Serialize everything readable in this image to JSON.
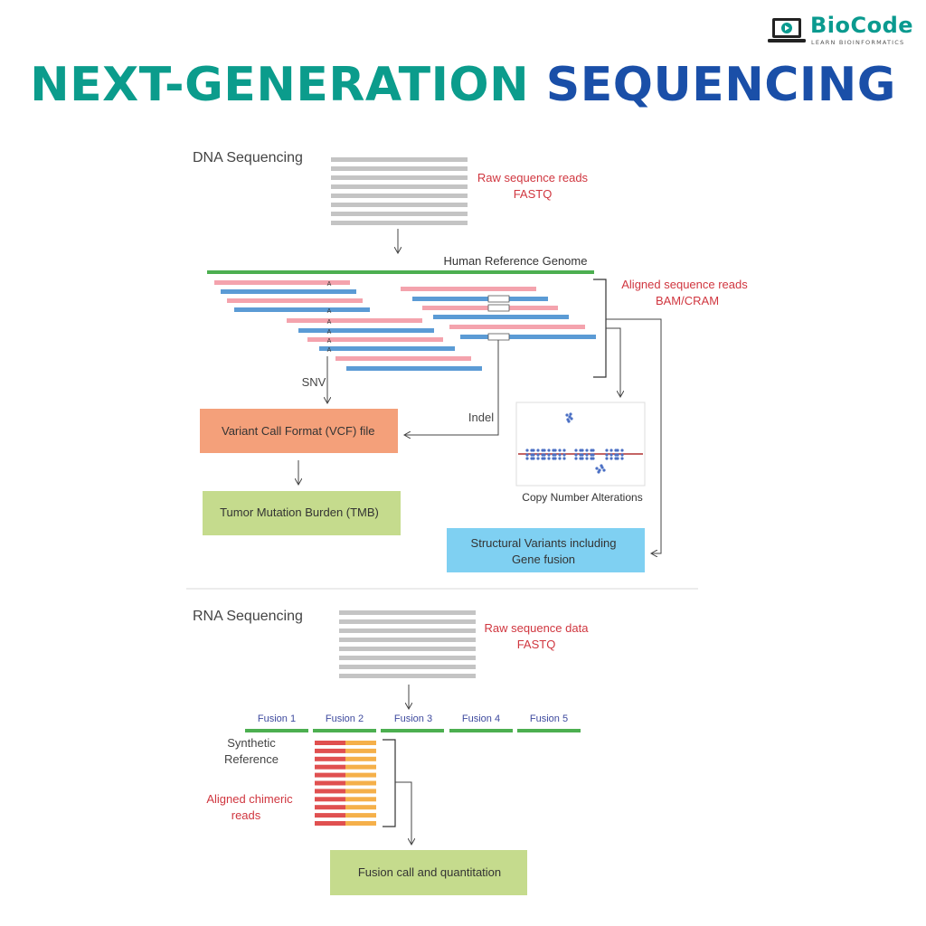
{
  "logo": {
    "name": "BioCode",
    "tagline": "LEARN BIOINFORMATICS"
  },
  "title": {
    "part1": "NEXT-GENERATION",
    "part2": "SEQUENCING"
  },
  "dna": {
    "heading": "DNA Sequencing",
    "raw_reads_label": "Raw sequence reads",
    "raw_reads_format": "FASTQ",
    "reference_label": "Human Reference Genome",
    "aligned_label": "Aligned sequence reads",
    "aligned_format": "BAM/CRAM",
    "snv_base": "A",
    "snv_label": "SNV",
    "indel_label": "Indel",
    "vcf_box": "Variant Call Format (VCF) file",
    "tmb_box": "Tumor Mutation Burden (TMB)",
    "cna_label": "Copy Number Alterations",
    "sv_box_line1": "Structural Variants including",
    "sv_box_line2": "Gene fusion"
  },
  "rna": {
    "heading": "RNA Sequencing",
    "raw_data_label": "Raw sequence data",
    "raw_data_format": "FASTQ",
    "fusions": [
      "Fusion 1",
      "Fusion 2",
      "Fusion 3",
      "Fusion 4",
      "Fusion 5"
    ],
    "synthetic_line1": "Synthetic",
    "synthetic_line2": "Reference",
    "chimeric_line1": "Aligned chimeric",
    "chimeric_line2": "reads",
    "fusion_call_box": "Fusion call and quantitation"
  },
  "colors": {
    "teal": "#0b9c8c",
    "blue_title": "#1a4fa8",
    "read_gray": "#c4c4c4",
    "read_pink": "#f4a3ad",
    "read_blue": "#5b9bd5",
    "reference_green": "#4caf50",
    "label_red": "#d0363f",
    "vcf_orange": "#f4a07a",
    "green_box": "#c5db8d",
    "sv_blue": "#7fd0f2",
    "chimeric_red": "#e05050",
    "chimeric_orange": "#f5b04a",
    "fusion_label": "#3e4a9e"
  }
}
